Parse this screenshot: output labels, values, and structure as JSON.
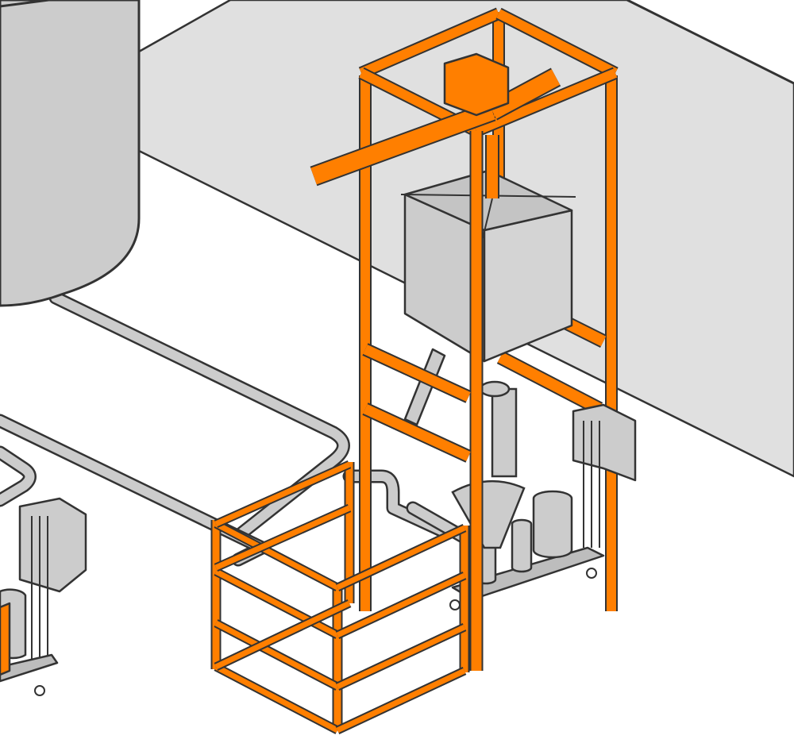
{
  "illustration": {
    "subject": "isometric-industrial-bulk-bag-discharge-station",
    "colors": {
      "frame_orange": "#ff7f00",
      "equipment_gray": "#cccccc",
      "wall_gray": "#e0e0e0",
      "outline": "#333333",
      "background": "#ffffff"
    },
    "icons": [
      "storage-tank",
      "piping",
      "bulk-bag-hopper",
      "steel-frame-tower",
      "safety-gate",
      "mobile-cart",
      "control-box"
    ]
  }
}
